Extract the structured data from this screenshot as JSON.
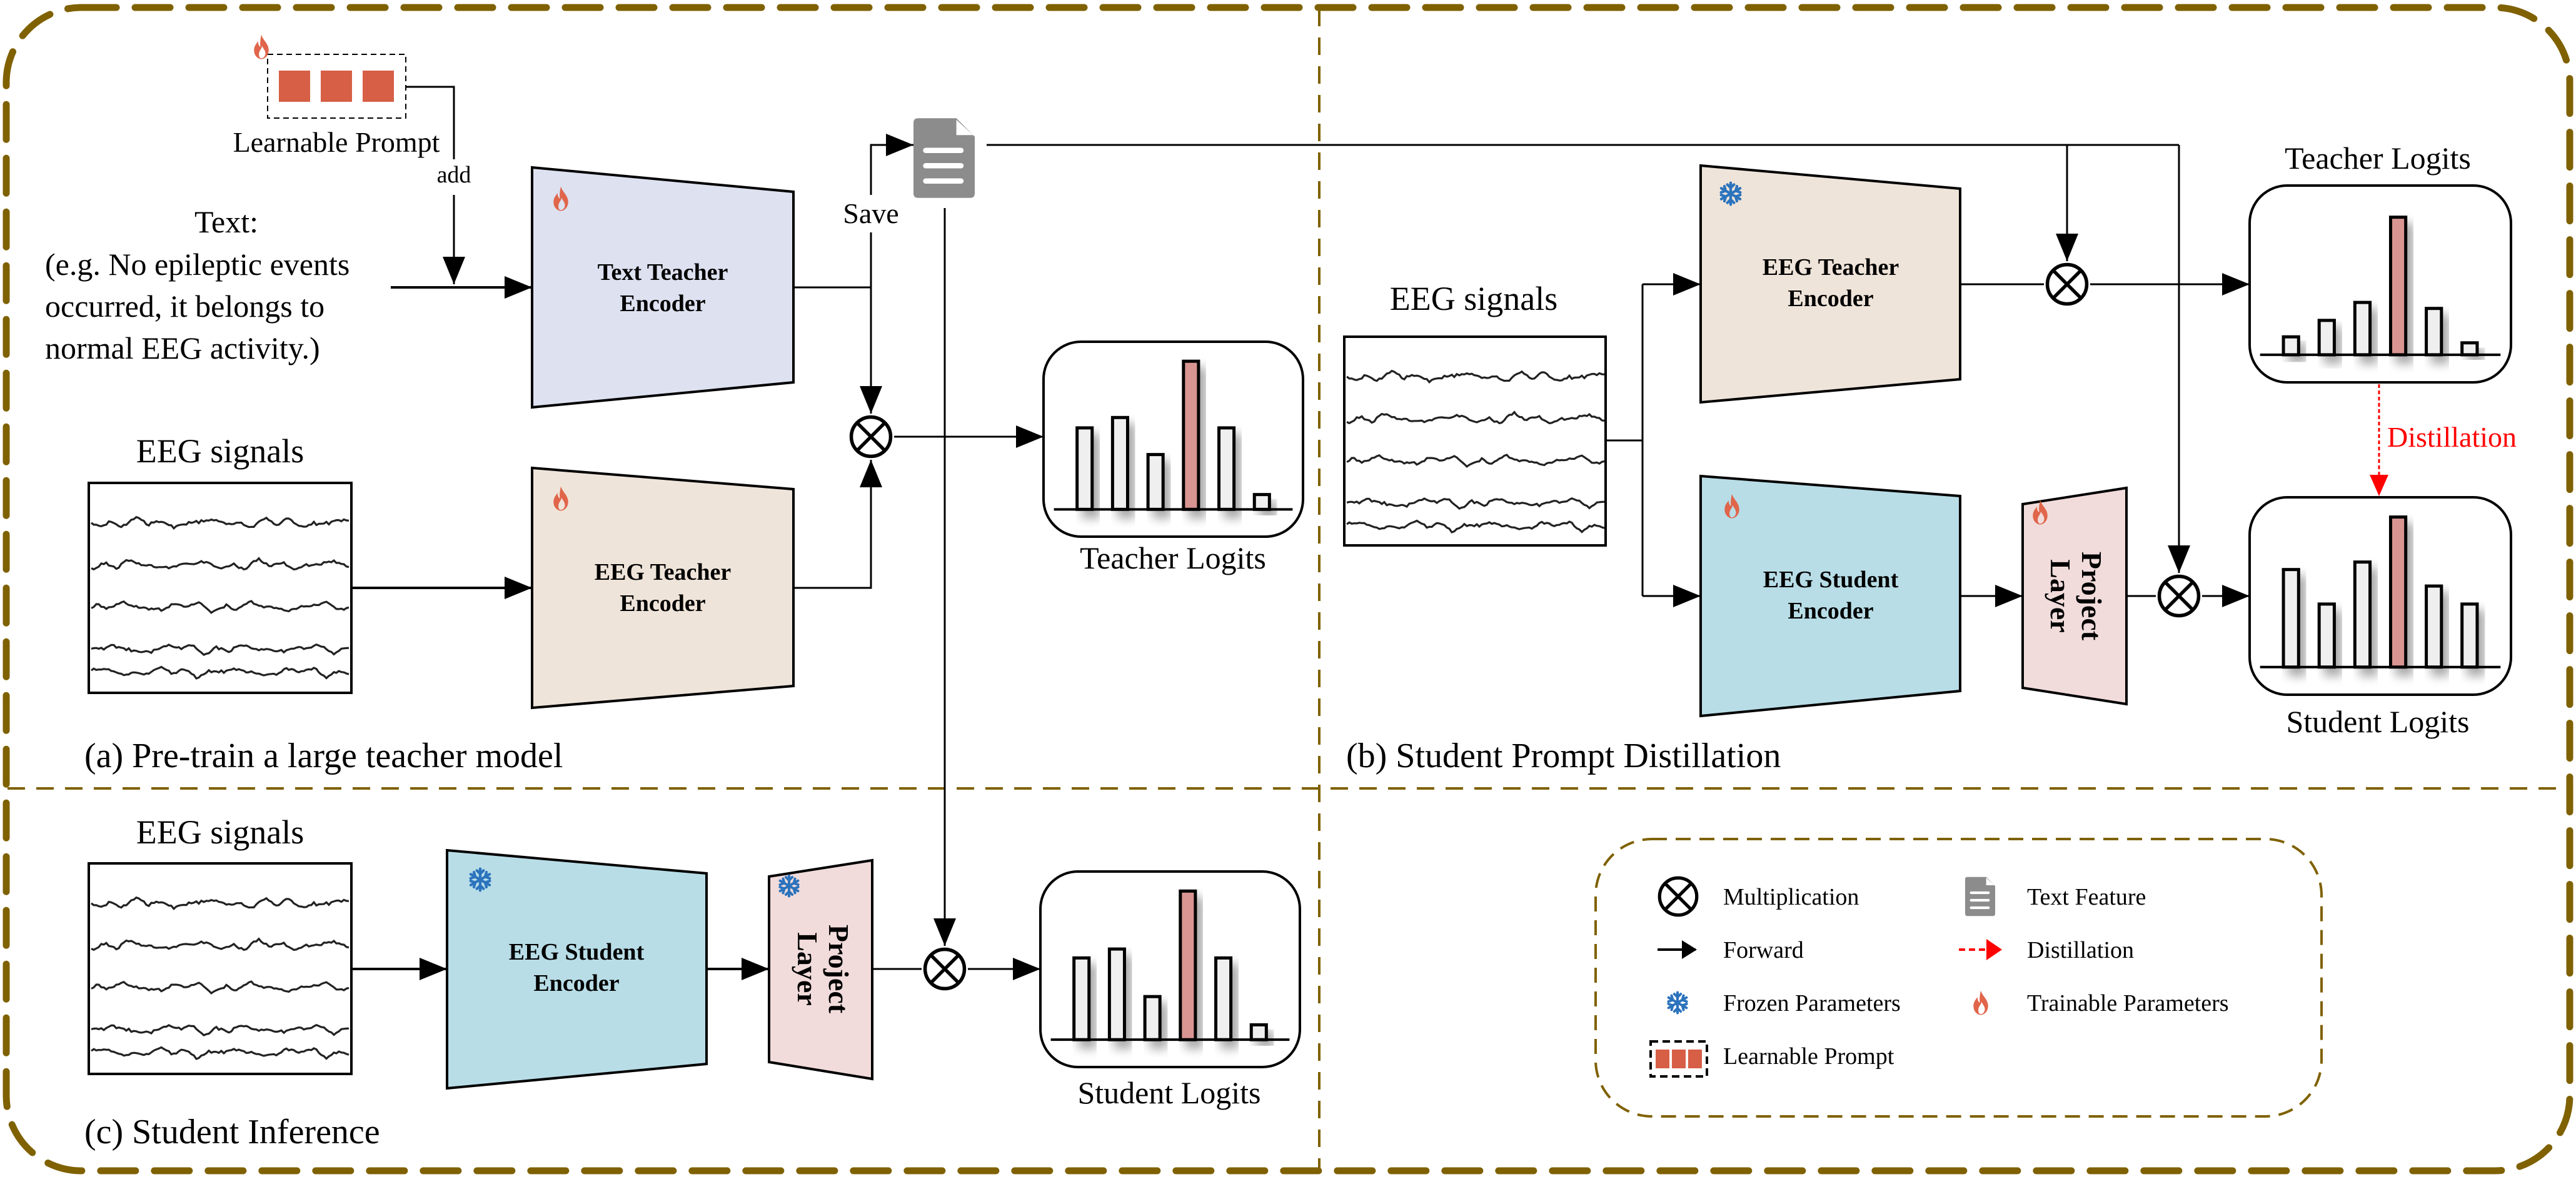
{
  "colors": {
    "border": "#7f6100",
    "text_encoder_fill": "#dde1f0",
    "teacher_encoder_fill": "#efe4d9",
    "student_encoder_fill": "#b8dde7",
    "project_layer_fill": "#f1dcdb",
    "highlight_bar": "#d89592",
    "plain_bar": "#efefef",
    "prompt_block": "#d65f45",
    "flame": "#e0654a",
    "snowflake": "#2b73bd",
    "doc_icon": "#8c8c8c",
    "distillation": "#ff0000"
  },
  "panel_a": {
    "caption": "(a) Pre-train a large teacher model",
    "learnable_prompt_label": "Learnable Prompt",
    "add_label": "add",
    "text_input": {
      "title": "Text:",
      "lines": [
        "(e.g. No epileptic events",
        "occurred, it belongs to",
        "normal EEG activity.)"
      ]
    },
    "eeg_label": "EEG signals",
    "text_encoder": {
      "line1": "Text Teacher",
      "line2": "Encoder",
      "param_state": "trainable"
    },
    "eeg_encoder": {
      "line1": "EEG Teacher",
      "line2": "Encoder",
      "param_state": "trainable"
    },
    "save_label": "Save",
    "logits_label": "Teacher Logits",
    "logits": [
      0.55,
      0.62,
      0.37,
      1.0,
      0.55,
      0.1
    ]
  },
  "panel_b": {
    "caption": "(b) Student Prompt Distillation",
    "eeg_label": "EEG signals",
    "teacher_encoder": {
      "line1": "EEG Teacher",
      "line2": "Encoder",
      "param_state": "frozen"
    },
    "student_encoder": {
      "line1": "EEG Student",
      "line2": "Encoder",
      "param_state": "trainable"
    },
    "project_layer": {
      "line1": "Project",
      "line2": "Layer",
      "param_state": "trainable"
    },
    "teacher_logits_label": "Teacher Logits",
    "student_logits_label": "Student Logits",
    "distillation_label": "Distillation",
    "teacher_logits": [
      0.12,
      0.23,
      0.35,
      0.92,
      0.31,
      0.08
    ],
    "student_logits": [
      0.65,
      0.42,
      0.7,
      1.0,
      0.54,
      0.42
    ]
  },
  "panel_c": {
    "caption": "(c) Student Inference",
    "eeg_label": "EEG signals",
    "student_encoder": {
      "line1": "EEG Student",
      "line2": "Encoder",
      "param_state": "frozen"
    },
    "project_layer": {
      "line1": "Project",
      "line2": "Layer",
      "param_state": "frozen"
    },
    "logits_label": "Student Logits",
    "logits": [
      0.55,
      0.61,
      0.29,
      1.0,
      0.55,
      0.1
    ]
  },
  "legend": {
    "items": [
      {
        "icon": "multiplication-icon",
        "label": "Multiplication"
      },
      {
        "icon": "text-feature-icon",
        "label": "Text Feature"
      },
      {
        "icon": "forward-arrow-icon",
        "label": "Forward"
      },
      {
        "icon": "distillation-arrow-icon",
        "label": "Distillation"
      },
      {
        "icon": "snowflake-icon",
        "label": "Frozen Parameters"
      },
      {
        "icon": "flame-icon",
        "label": "Trainable Parameters"
      },
      {
        "icon": "learnable-prompt-icon",
        "label": "Learnable Prompt"
      }
    ]
  }
}
